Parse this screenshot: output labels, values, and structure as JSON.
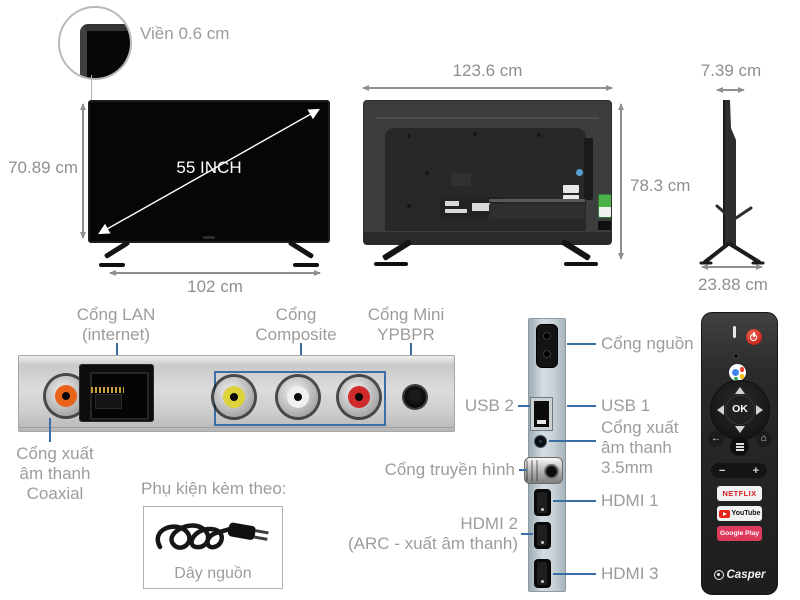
{
  "colors": {
    "label_gray": "#9c9c9c",
    "dimension_gray": "#8f8f8f",
    "pointer_blue": "#3a6fa5",
    "coaxial_orange": "#e8641b",
    "rca_yellow": "#ddd23a",
    "rca_white": "#f0f0f0",
    "rca_red": "#cf2b2b",
    "netflix_red": "#d81f26",
    "google_play_pink": "#dd3a5e",
    "power_button_red": "#d93025",
    "energy_label_green": "#4db14a"
  },
  "bezel_detail": {
    "label": "Viền 0.6 cm"
  },
  "front_view": {
    "diagonal_label": "55 INCH",
    "height_label": "70.89 cm",
    "width_label": "102 cm"
  },
  "back_view": {
    "width_label": "123.6 cm",
    "height_label": "78.3 cm"
  },
  "side_view": {
    "depth_label": "7.39 cm",
    "stand_depth_label": "23.88 cm"
  },
  "rear_ports": {
    "lan_label": "Cổng LAN\n(internet)",
    "composite_label": "Cổng\nComposite",
    "ypbpr_label": "Cổng Mini\nYPBPR",
    "coaxial_label": "Cổng xuất\nâm thanh\nCoaxial"
  },
  "accessories": {
    "title": "Phụ kiện kèm theo:",
    "power_cord_label": "Dây nguồn"
  },
  "side_ports": {
    "power_label": "Cổng nguồn",
    "usb1_label": "USB 1",
    "usb2_label": "USB 2",
    "audio_out_label": "Cổng xuất\nâm thanh\n3.5mm",
    "tv_in_label": "Cổng truyền hình",
    "hdmi1_label": "HDMI 1",
    "hdmi2_label": "HDMI 2\n(ARC - xuất âm thanh)",
    "hdmi3_label": "HDMI 3"
  },
  "remote": {
    "ok_label": "OK",
    "volume_minus": "−",
    "volume_plus": "+",
    "netflix_label": "NETFLIX",
    "youtube_label": "YouTube",
    "google_play_label": "Google Play",
    "brand_label": "Casper",
    "icons": {
      "back": "←",
      "home": "⌂"
    }
  }
}
